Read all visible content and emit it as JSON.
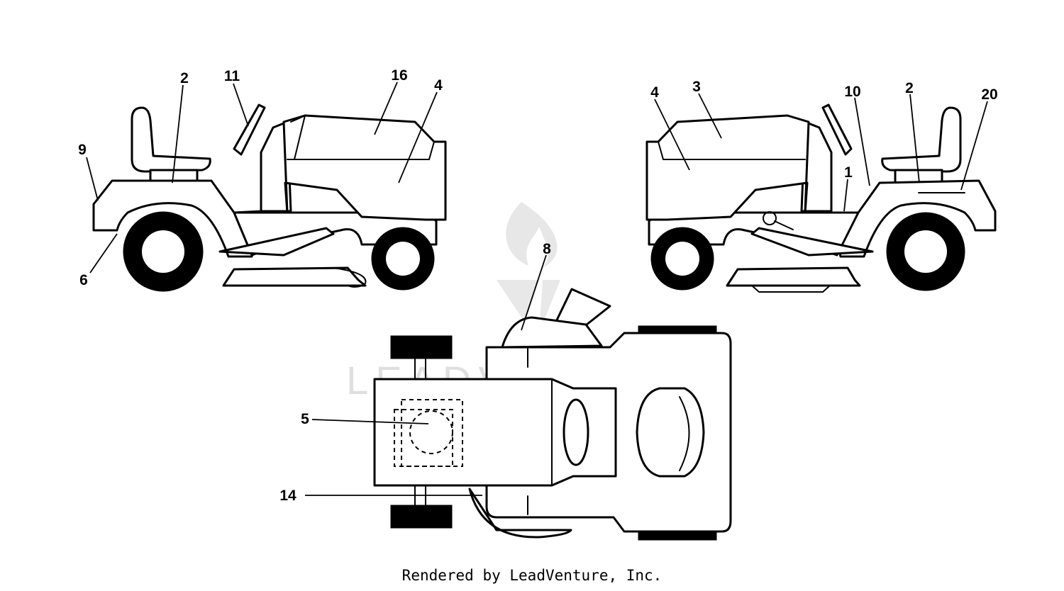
{
  "diagram": {
    "callouts": {
      "c1": "1",
      "c2a": "2",
      "c2b": "2",
      "c3": "3",
      "c4a": "4",
      "c4b": "4",
      "c5": "5",
      "c6": "6",
      "c8": "8",
      "c9": "9",
      "c10": "10",
      "c11": "11",
      "c14": "14",
      "c16": "16",
      "c20": "20"
    },
    "watermark": "LEADVENTURE"
  },
  "footer": {
    "text": "Rendered by LeadVenture, Inc."
  }
}
